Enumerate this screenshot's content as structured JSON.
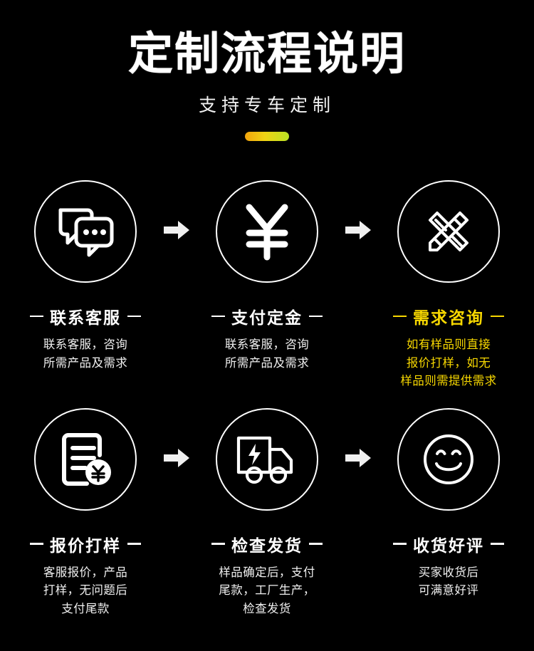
{
  "header": {
    "title": "定制流程说明",
    "subtitle": "支持专车定制",
    "accent_color": "#f0d314",
    "accent_gradient_from": "#f2a40c",
    "accent_gradient_to": "#b9e224"
  },
  "theme": {
    "background": "#000000",
    "foreground": "#ffffff",
    "highlight": "#f8d800"
  },
  "flow": {
    "arrow_label": "→",
    "rows": [
      {
        "steps": [
          {
            "icon": "chat-bubbles-icon",
            "title": "联系客服",
            "desc": "联系客服，咨询\n所需产品及需求",
            "highlight": false
          },
          {
            "icon": "yen-currency-icon",
            "title": "支付定金",
            "desc": "联系客服，咨询\n所需产品及需求",
            "highlight": false
          },
          {
            "icon": "pencil-ruler-icon",
            "title": "需求咨询",
            "desc": "如有样品则直接\n报价打样，如无\n样品则需提供需求",
            "highlight": true
          }
        ]
      },
      {
        "steps": [
          {
            "icon": "invoice-yen-icon",
            "title": "报价打样",
            "desc": "客服报价，产品\n打样，无问题后\n支付尾款",
            "highlight": false
          },
          {
            "icon": "delivery-truck-icon",
            "title": "检查发货",
            "desc": "样品确定后，支付\n尾款，工厂生产，\n检查发货",
            "highlight": false
          },
          {
            "icon": "smiley-face-icon",
            "title": "收货好评",
            "desc": "买家收货后\n可满意好评",
            "highlight": false
          }
        ]
      }
    ]
  }
}
